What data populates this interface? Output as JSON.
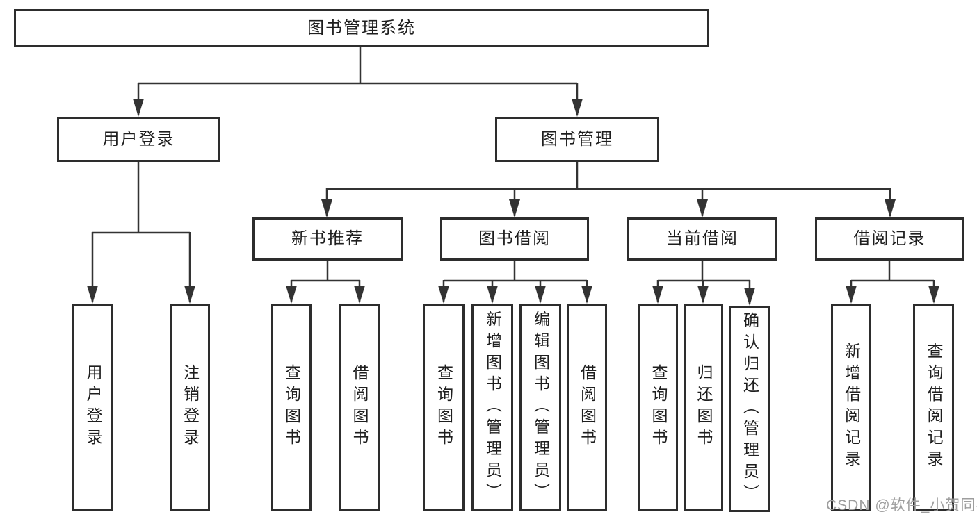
{
  "diagram_title": "图书管理系统",
  "tree": {
    "label": "图书管理系统",
    "children": [
      {
        "label": "用户登录",
        "children": [
          {
            "label": "用户登录"
          },
          {
            "label": "注销登录"
          }
        ]
      },
      {
        "label": "图书管理",
        "children": [
          {
            "label": "新书推荐",
            "children": [
              {
                "label": "查询图书"
              },
              {
                "label": "借阅图书"
              }
            ]
          },
          {
            "label": "图书借阅",
            "children": [
              {
                "label": "查询图书"
              },
              {
                "label": "新增图书（管理员）"
              },
              {
                "label": "编辑图书（管理员）"
              },
              {
                "label": "借阅图书"
              }
            ]
          },
          {
            "label": "当前借阅",
            "children": [
              {
                "label": "查询图书"
              },
              {
                "label": "归还图书"
              },
              {
                "label": "确认归还（管理员）"
              }
            ]
          },
          {
            "label": "借阅记录",
            "children": [
              {
                "label": "新增借阅记录"
              },
              {
                "label": "查询借阅记录"
              }
            ]
          }
        ]
      }
    ]
  },
  "watermark": {
    "text": "CSDN @软件_小贺同学",
    "color": "#9e9e9e"
  },
  "colors": {
    "line": "#333333",
    "box_border": "#2d2d2d",
    "box_background": "#ffffff",
    "text": "#1e1e1e",
    "page_background": "#ffffff"
  }
}
